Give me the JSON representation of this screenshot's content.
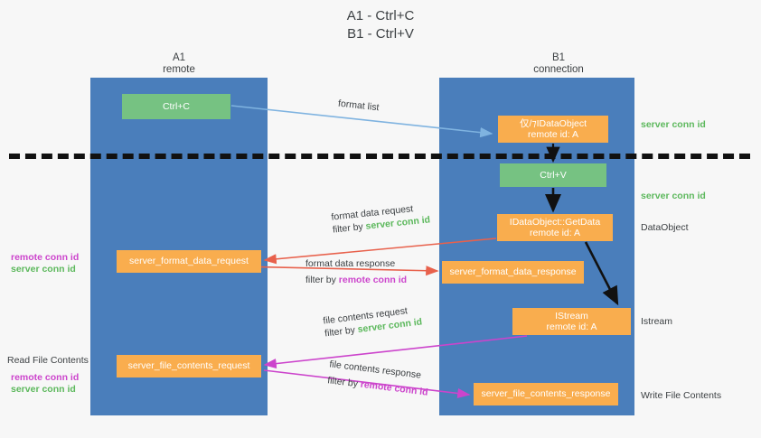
{
  "title": {
    "line1": "A1 - Ctrl+C",
    "line2": "B1 - Ctrl+V"
  },
  "columns": [
    {
      "name": "A1",
      "role": "remote"
    },
    {
      "name": "B1",
      "role": "connection"
    }
  ],
  "colors": {
    "lane": "#4a7ebb",
    "green_node": "#76c282",
    "orange_node": "#f9ad4e",
    "server_conn": "#5cb85c",
    "remote_conn": "#cc44cc",
    "arrow_blue": "#7fb3e0",
    "arrow_red": "#e8614c",
    "arrow_black": "#111111",
    "arrow_magenta": "#cc44cc",
    "divider": "#111111"
  },
  "nodes": {
    "ctrl_c": {
      "label": "Ctrl+C"
    },
    "idataobject": {
      "label": "仅/⁊IDataObject",
      "sub": "remote id: A"
    },
    "ctrl_v": {
      "label": "Ctrl+V"
    },
    "getdata": {
      "label": "IDataObject::GetData",
      "sub": "remote id: A"
    },
    "server_format_data_request": {
      "label": "server_format_data_request"
    },
    "server_format_data_response": {
      "label": "server_format_data_response"
    },
    "istream": {
      "label": "IStream",
      "sub": "remote id: A"
    },
    "server_file_contents_request": {
      "label": "server_file_contents_request"
    },
    "server_file_contents_response": {
      "label": "server_file_contents_response"
    }
  },
  "edge_labels": {
    "format_list": "format list",
    "format_data_request": "format data request",
    "format_data_request_filter_prefix": "filter by ",
    "format_data_request_filter_key": "server conn id",
    "format_data_response": "format data response",
    "format_data_response_filter_prefix": "filter by ",
    "format_data_response_filter_key": "remote conn id",
    "file_contents_request": "file contents request",
    "file_contents_request_filter_prefix": "filter by ",
    "file_contents_request_filter_key": "server conn id",
    "file_contents_response": "file contents response",
    "file_contents_response_filter_prefix": "filter by ",
    "file_contents_response_filter_key": "remote conn id"
  },
  "right_labels": {
    "server_conn_top": "server conn id",
    "server_conn_mid": "server conn id",
    "dataobject": "DataObject",
    "istream": "Istream",
    "write_file_contents": "Write File Contents"
  },
  "left_labels": {
    "remote_conn_1": "remote conn id",
    "server_conn_1": "server conn id",
    "read_file_contents": "Read File Contents",
    "remote_conn_2": "remote conn id",
    "server_conn_2": "server conn id"
  }
}
